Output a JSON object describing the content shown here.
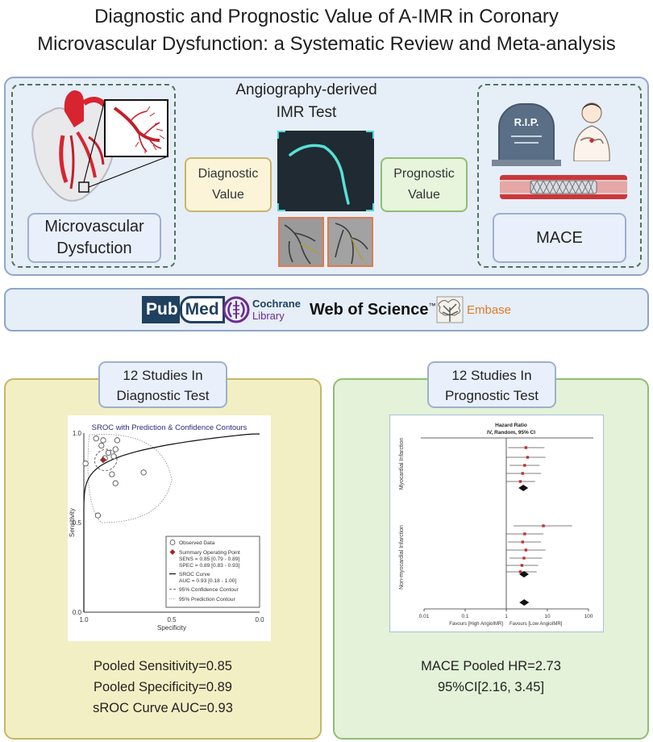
{
  "title": {
    "line1": "Diagnostic and Prognostic Value of A-IMR in Coronary",
    "line2": "Microvascular Dysfunction: a Systematic Review and Meta-analysis"
  },
  "top": {
    "left_label_line1": "Microvascular",
    "left_label_line2": "Dysfuction",
    "center_title_line1": "Angiography-derived",
    "center_title_line2": "IMR Test",
    "diagnostic_line1": "Diagnostic",
    "diagnostic_line2": "Value",
    "prognostic_line1": "Prognostic",
    "prognostic_line2": "Value",
    "tombstone_text": "R.I.P.",
    "right_label": "MACE"
  },
  "databases": {
    "pubmed_a": "Pub",
    "pubmed_b": "Med",
    "cochrane_line1": "Cochrane",
    "cochrane_line2": "Library",
    "wos": "Web of Science",
    "wos_tm": "™",
    "embase": "Embase"
  },
  "diagnostic": {
    "label_line1": "12 Studies In",
    "label_line2": "Diagnostic Test",
    "stat1": "Pooled Sensitivity=0.85",
    "stat2": "Pooled Specificity=0.89",
    "stat3": "sROC Curve AUC=0.93"
  },
  "prognostic": {
    "label_line1": "12 Studies In",
    "label_line2": "Prognostic Test",
    "stat1": "MACE Pooled HR=2.73",
    "stat2": "95%CI[2.16, 3.45]"
  },
  "chart_data": [
    {
      "type": "scatter",
      "title": "SROC with Prediction & Confidence Contours",
      "xlabel": "Specificity",
      "ylabel": "Sensitivity",
      "xlim": [
        1.0,
        0.0
      ],
      "ylim": [
        0.0,
        1.0
      ],
      "x_ticks": [
        "1.0",
        "0.5",
        "0.0"
      ],
      "y_ticks": [
        "0.0",
        "0.5",
        "1.0"
      ],
      "observed": [
        {
          "spec": 0.93,
          "sens": 0.97
        },
        {
          "spec": 0.89,
          "sens": 0.96
        },
        {
          "spec": 0.81,
          "sens": 0.96
        },
        {
          "spec": 0.9,
          "sens": 0.93
        },
        {
          "spec": 0.82,
          "sens": 0.91
        },
        {
          "spec": 0.86,
          "sens": 0.89
        },
        {
          "spec": 0.83,
          "sens": 0.87
        },
        {
          "spec": 0.88,
          "sens": 0.86
        },
        {
          "spec": 0.99,
          "sens": 0.83
        },
        {
          "spec": 0.66,
          "sens": 0.78
        },
        {
          "spec": 0.84,
          "sens": 0.77
        },
        {
          "spec": 0.82,
          "sens": 0.72
        },
        {
          "spec": 0.92,
          "sens": 0.54
        }
      ],
      "summary_point": {
        "spec": 0.89,
        "sens": 0.85
      },
      "legend": [
        "Observed Data",
        "Summary Operating Point",
        "SENS = 0.85 [0.79 - 0.89]",
        "SPEC = 0.89 [0.83 - 0.93]",
        "SROC Curve",
        "AUC = 0.93 [0.18 - 1.00]",
        "95% Confidence Contour",
        "95% Prediction Contour"
      ]
    },
    {
      "type": "forest",
      "header_line1": "Hazard Ratio",
      "header_line2": "IV, Random, 95% CI",
      "scale": "log",
      "xlim": [
        0.01,
        100
      ],
      "x_ticks": [
        "0.01",
        "0.1",
        "1",
        "10",
        "100"
      ],
      "favours_left": "Favours [High AngioIMR]",
      "favours_right": "Favours [Low AngioIMR]",
      "groups": [
        {
          "name": "Myocardial Infarction",
          "studies": [
            {
              "hr": 3.0,
              "lo": 1.1,
              "hi": 8.5
            },
            {
              "hr": 3.3,
              "lo": 1.0,
              "hi": 9.0
            },
            {
              "hr": 2.8,
              "lo": 1.2,
              "hi": 6.5
            },
            {
              "hr": 2.5,
              "lo": 1.0,
              "hi": 7.0
            },
            {
              "hr": 2.2,
              "lo": 1.0,
              "hi": 5.0
            }
          ],
          "pooled": 2.6
        },
        {
          "name": "Non-myocardial Infarction",
          "studies": [
            {
              "hr": 8.0,
              "lo": 1.5,
              "hi": 40.0
            },
            {
              "hr": 2.8,
              "lo": 1.0,
              "hi": 8.0
            },
            {
              "hr": 2.5,
              "lo": 1.1,
              "hi": 7.0
            },
            {
              "hr": 3.0,
              "lo": 1.0,
              "hi": 9.0
            },
            {
              "hr": 2.7,
              "lo": 1.2,
              "hi": 7.5
            },
            {
              "hr": 2.4,
              "lo": 1.0,
              "hi": 6.0
            },
            {
              "hr": 2.2,
              "lo": 1.0,
              "hi": 5.5
            }
          ],
          "pooled": 2.7
        }
      ],
      "overall": 2.73
    }
  ]
}
